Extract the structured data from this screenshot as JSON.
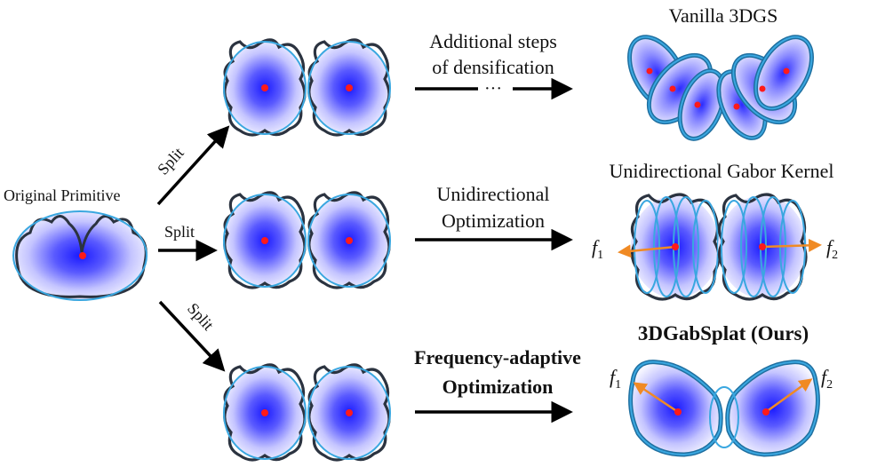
{
  "labels": {
    "original": "Original Primitive",
    "split_top": "Split",
    "split_mid": "Split",
    "split_bot": "Split",
    "top_step_1": "Additional steps",
    "top_step_2": "of densification",
    "top_dots": "···",
    "mid_step_1": "Unidirectional",
    "mid_step_2": "Optimization",
    "bot_step_1": "Frequency-adaptive",
    "bot_step_2": "Optimization",
    "vanilla_title": "Vanilla 3DGS",
    "gabor_title": "Unidirectional Gabor Kernel",
    "ours_title": "3DGabSplat (Ours)",
    "f1_mid": "f",
    "f1_mid_sub": "1",
    "f2_mid": "f",
    "f2_mid_sub": "2",
    "f1_bot": "f",
    "f1_bot_sub": "1",
    "f2_bot": "f",
    "f2_bot_sub": "2"
  },
  "colors": {
    "outline_blue": "#3aa7e0",
    "outline_dark": "#2b3340",
    "blob_core": "#1a1aff",
    "center_dot": "#ff1a1a",
    "arrow": "#000000",
    "freq_arrow": "#f08a24"
  }
}
